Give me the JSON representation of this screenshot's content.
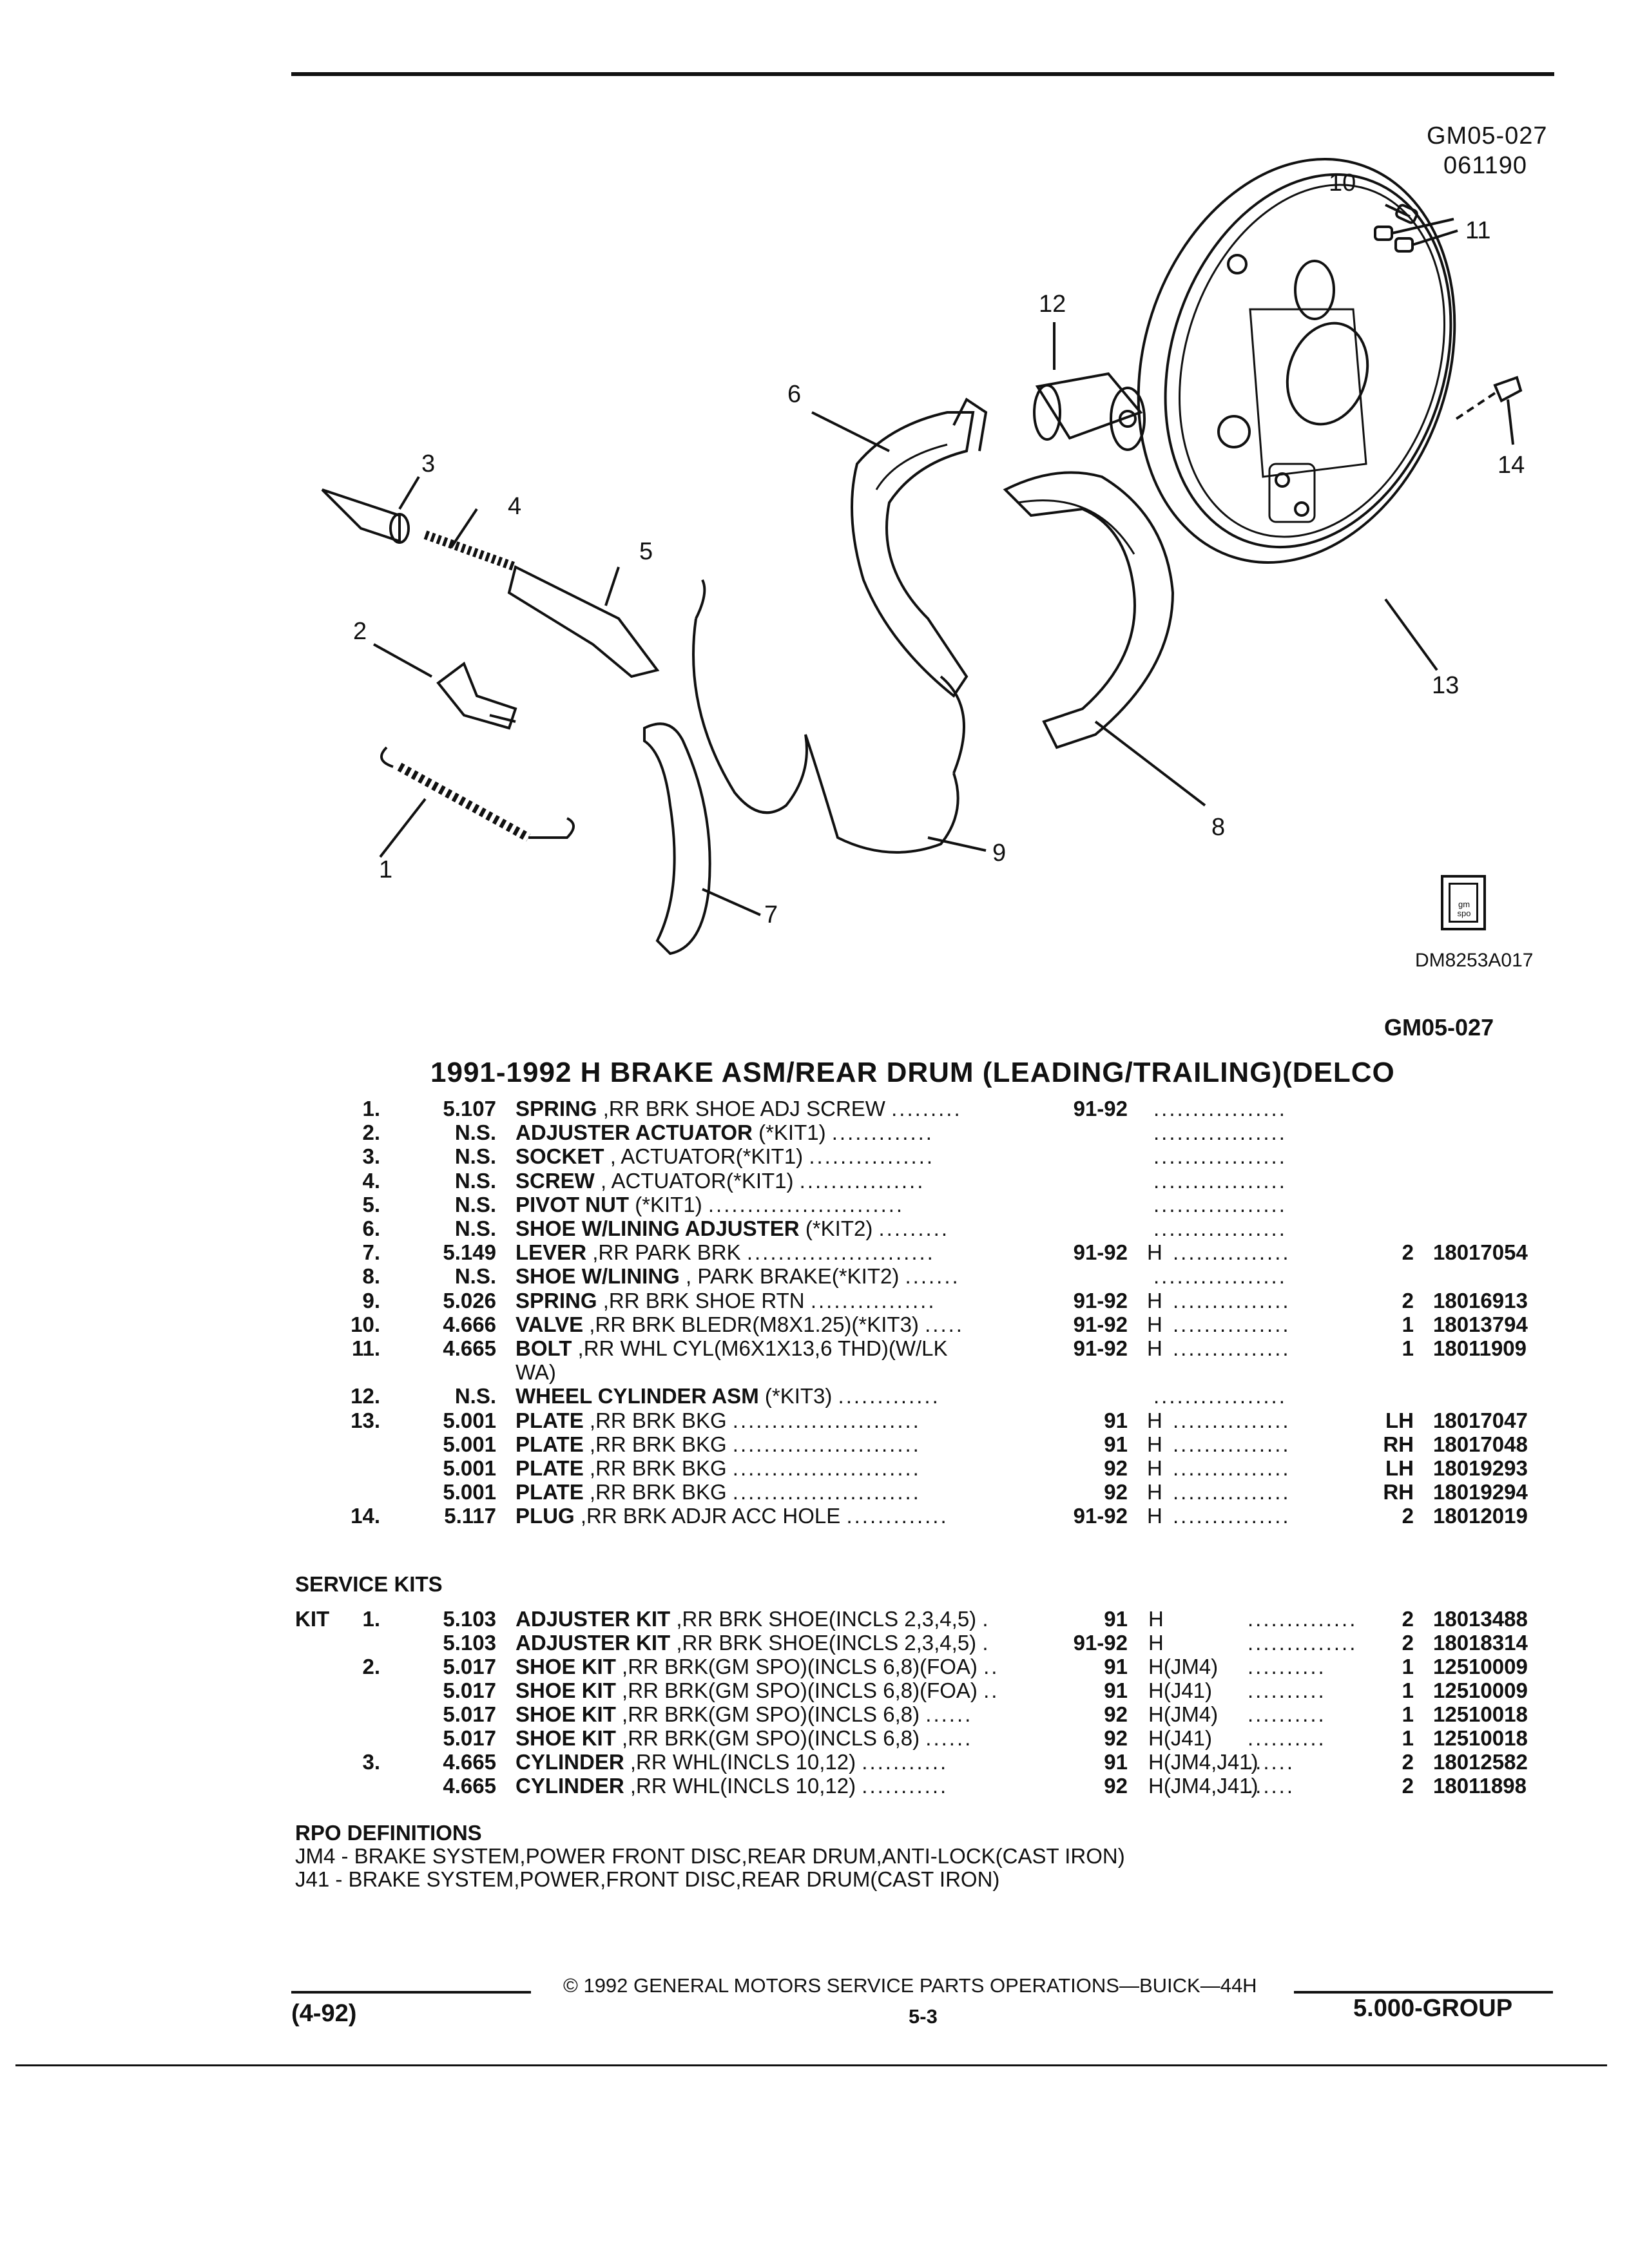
{
  "header": {
    "top_code": "GM05-027",
    "date_code": "061190",
    "figure_code": "DM8253A017",
    "section_code": "GM05-027"
  },
  "diagram": {
    "callouts": [
      "1",
      "2",
      "3",
      "4",
      "5",
      "6",
      "7",
      "8",
      "9",
      "10",
      "11",
      "12",
      "13",
      "14"
    ]
  },
  "title": "1991-1992 H BRAKE ASM/REAR DRUM (LEADING/TRAILING)(DELCO",
  "parts": [
    {
      "no": "1.",
      "code": "5.107",
      "name": "SPRING",
      "desc": ",RR BRK SHOE ADJ SCREW",
      "dots1": ".........",
      "yr": "91-92",
      "opt": "",
      "dots2": ".................",
      "qty": "",
      "pn": ""
    },
    {
      "no": "2.",
      "code": "N.S.",
      "name": "ADJUSTER ACTUATOR",
      "desc": "(*KIT1)",
      "dots1": ".............",
      "yr": "",
      "opt": "",
      "dots2": ".................",
      "qty": "",
      "pn": ""
    },
    {
      "no": "3.",
      "code": "N.S.",
      "name": "SOCKET",
      "desc": ", ACTUATOR(*KIT1)",
      "dots1": "................",
      "yr": "",
      "opt": "",
      "dots2": ".................",
      "qty": "",
      "pn": ""
    },
    {
      "no": "4.",
      "code": "N.S.",
      "name": "SCREW",
      "desc": ", ACTUATOR(*KIT1)",
      "dots1": "................",
      "yr": "",
      "opt": "",
      "dots2": ".................",
      "qty": "",
      "pn": ""
    },
    {
      "no": "5.",
      "code": "N.S.",
      "name": "PIVOT NUT",
      "desc": "(*KIT1)",
      "dots1": ".........................",
      "yr": "",
      "opt": "",
      "dots2": ".................",
      "qty": "",
      "pn": ""
    },
    {
      "no": "6.",
      "code": "N.S.",
      "name": "SHOE W/LINING ADJUSTER",
      "desc": "(*KIT2)",
      "dots1": ".........",
      "yr": "",
      "opt": "",
      "dots2": ".................",
      "qty": "",
      "pn": ""
    },
    {
      "no": "7.",
      "code": "5.149",
      "name": "LEVER",
      "desc": ",RR PARK BRK",
      "dots1": "........................",
      "yr": "91-92",
      "opt": "H",
      "dots2": "...............",
      "qty": "2",
      "pn": "18017054"
    },
    {
      "no": "8.",
      "code": "N.S.",
      "name": "SHOE W/LINING",
      "desc": ", PARK BRAKE(*KIT2)",
      "dots1": ".......",
      "yr": "",
      "opt": "",
      "dots2": ".................",
      "qty": "",
      "pn": ""
    },
    {
      "no": "9.",
      "code": "5.026",
      "name": "SPRING",
      "desc": ",RR BRK SHOE RTN",
      "dots1": "................",
      "yr": "91-92",
      "opt": "H",
      "dots2": "...............",
      "qty": "2",
      "pn": "18016913"
    },
    {
      "no": "10.",
      "code": "4.666",
      "name": "VALVE",
      "desc": ",RR BRK BLEDR(M8X1.25)(*KIT3)",
      "dots1": ".....",
      "yr": "91-92",
      "opt": "H",
      "dots2": "...............",
      "qty": "1",
      "pn": "18013794"
    },
    {
      "no": "11.",
      "code": "4.665",
      "name": "BOLT",
      "desc": ",RR WHL CYL(M6X1X13,6 THD)(W/LK",
      "dots1": "",
      "yr": "91-92",
      "opt": "H",
      "dots2": "...............",
      "qty": "1",
      "pn": "18011909"
    },
    {
      "no": "",
      "code": "",
      "name": "",
      "desc": "WA)",
      "dots1": "",
      "yr": "",
      "opt": "",
      "dots2": "",
      "qty": "",
      "pn": ""
    },
    {
      "no": "12.",
      "code": "N.S.",
      "name": "WHEEL CYLINDER ASM",
      "desc": "(*KIT3)",
      "dots1": ".............",
      "yr": "",
      "opt": "",
      "dots2": ".................",
      "qty": "",
      "pn": ""
    },
    {
      "no": "13.",
      "code": "5.001",
      "name": "PLATE",
      "desc": ",RR BRK BKG",
      "dots1": "........................",
      "yr": "91",
      "opt": "H",
      "dots2": "...............",
      "qty": "LH",
      "pn": "18017047"
    },
    {
      "no": "",
      "code": "5.001",
      "name": "PLATE",
      "desc": ",RR BRK BKG",
      "dots1": "........................",
      "yr": "91",
      "opt": "H",
      "dots2": "...............",
      "qty": "RH",
      "pn": "18017048"
    },
    {
      "no": "",
      "code": "5.001",
      "name": "PLATE",
      "desc": ",RR BRK BKG",
      "dots1": "........................",
      "yr": "92",
      "opt": "H",
      "dots2": "...............",
      "qty": "LH",
      "pn": "18019293"
    },
    {
      "no": "",
      "code": "5.001",
      "name": "PLATE",
      "desc": ",RR BRK BKG",
      "dots1": "........................",
      "yr": "92",
      "opt": "H",
      "dots2": "...............",
      "qty": "RH",
      "pn": "18019294"
    },
    {
      "no": "14.",
      "code": "5.117",
      "name": "PLUG",
      "desc": ",RR BRK ADJR ACC HOLE",
      "dots1": ".............",
      "yr": "91-92",
      "opt": "H",
      "dots2": "...............",
      "qty": "2",
      "pn": "18012019"
    }
  ],
  "service_kits": {
    "heading": "SERVICE KITS",
    "rows": [
      {
        "kit": "KIT",
        "no": "1.",
        "code": "5.103",
        "name": "ADJUSTER KIT",
        "desc": ",RR BRK SHOE(INCLS 2,3,4,5)",
        "dots1": ".",
        "yr": "91",
        "opt": "H",
        "dots2": "..............",
        "qty": "2",
        "pn": "18013488"
      },
      {
        "kit": "",
        "no": "",
        "code": "5.103",
        "name": "ADJUSTER KIT",
        "desc": ",RR BRK SHOE(INCLS 2,3,4,5)",
        "dots1": ".",
        "yr": "91-92",
        "opt": "H",
        "dots2": "..............",
        "qty": "2",
        "pn": "18018314"
      },
      {
        "kit": "",
        "no": "2.",
        "code": "5.017",
        "name": "SHOE KIT",
        "desc": ",RR BRK(GM SPO)(INCLS 6,8)(FOA)",
        "dots1": "..",
        "yr": "91",
        "opt": "H(JM4)",
        "dots2": "..........",
        "qty": "1",
        "pn": "12510009"
      },
      {
        "kit": "",
        "no": "",
        "code": "5.017",
        "name": "SHOE KIT",
        "desc": ",RR BRK(GM SPO)(INCLS 6,8)(FOA)",
        "dots1": "..",
        "yr": "91",
        "opt": "H(J41)",
        "dots2": "..........",
        "qty": "1",
        "pn": "12510009"
      },
      {
        "kit": "",
        "no": "",
        "code": "5.017",
        "name": "SHOE KIT",
        "desc": ",RR BRK(GM SPO)(INCLS 6,8)",
        "dots1": "......",
        "yr": "92",
        "opt": "H(JM4)",
        "dots2": "..........",
        "qty": "1",
        "pn": "12510018"
      },
      {
        "kit": "",
        "no": "",
        "code": "5.017",
        "name": "SHOE KIT",
        "desc": ",RR BRK(GM SPO)(INCLS 6,8)",
        "dots1": "......",
        "yr": "92",
        "opt": "H(J41)",
        "dots2": "..........",
        "qty": "1",
        "pn": "12510018"
      },
      {
        "kit": "",
        "no": "3.",
        "code": "4.665",
        "name": "CYLINDER",
        "desc": ",RR WHL(INCLS 10,12)",
        "dots1": "...........",
        "yr": "91",
        "opt": "H(JM4,J41)",
        "dots2": "......",
        "qty": "2",
        "pn": "18012582"
      },
      {
        "kit": "",
        "no": "",
        "code": "4.665",
        "name": "CYLINDER",
        "desc": ",RR WHL(INCLS 10,12)",
        "dots1": "...........",
        "yr": "92",
        "opt": "H(JM4,J41)",
        "dots2": "......",
        "qty": "2",
        "pn": "18011898"
      }
    ]
  },
  "rpo": {
    "heading": "RPO DEFINITIONS",
    "lines": [
      "JM4 - BRAKE SYSTEM,POWER FRONT DISC,REAR DRUM,ANTI-LOCK(CAST IRON)",
      "J41 - BRAKE SYSTEM,POWER,FRONT DISC,REAR DRUM(CAST IRON)"
    ]
  },
  "footer": {
    "copyright": "© 1992 GENERAL MOTORS SERVICE PARTS OPERATIONS—BUICK—44H",
    "date": "(4-92)",
    "page": "5-3",
    "group": "5.000-GROUP"
  },
  "logo": {
    "text": "gm spo"
  }
}
